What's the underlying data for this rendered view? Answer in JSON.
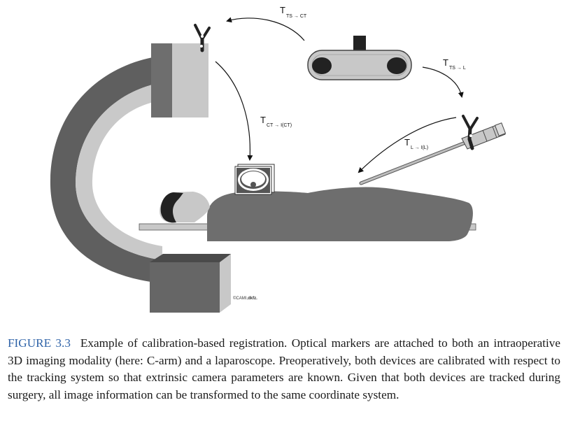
{
  "labels": {
    "t_ts_ct": {
      "main": "T",
      "sub": "TS → CT"
    },
    "t_ts_l": {
      "main": "T",
      "sub": "TS → L"
    },
    "t_ct_ict": {
      "main": "T",
      "sub": "CT → I(CT)"
    },
    "t_l_il": {
      "main": "T",
      "sub": "L → I(L)"
    }
  },
  "copyright": {
    "prefix": "©CAMI,",
    "brand": "dkfz."
  },
  "caption": {
    "label": "FIGURE 3.3",
    "text": "Example of calibration-based registration. Optical markers are attached to both an intraoperative 3D imaging modality (here: C-arm) and a laparoscope. Preoperatively, both devices are calibrated with respect to the tracking system so that extrinsic camera parameters are known. Given that both devices are tracked during surgery, all image information can be transformed to the same coordinate system."
  },
  "colors": {
    "dark_gray": "#5a5a5a",
    "mid_gray": "#7a7a7a",
    "light_gray": "#c8c8c8",
    "caption_blue": "#2f63a8"
  }
}
